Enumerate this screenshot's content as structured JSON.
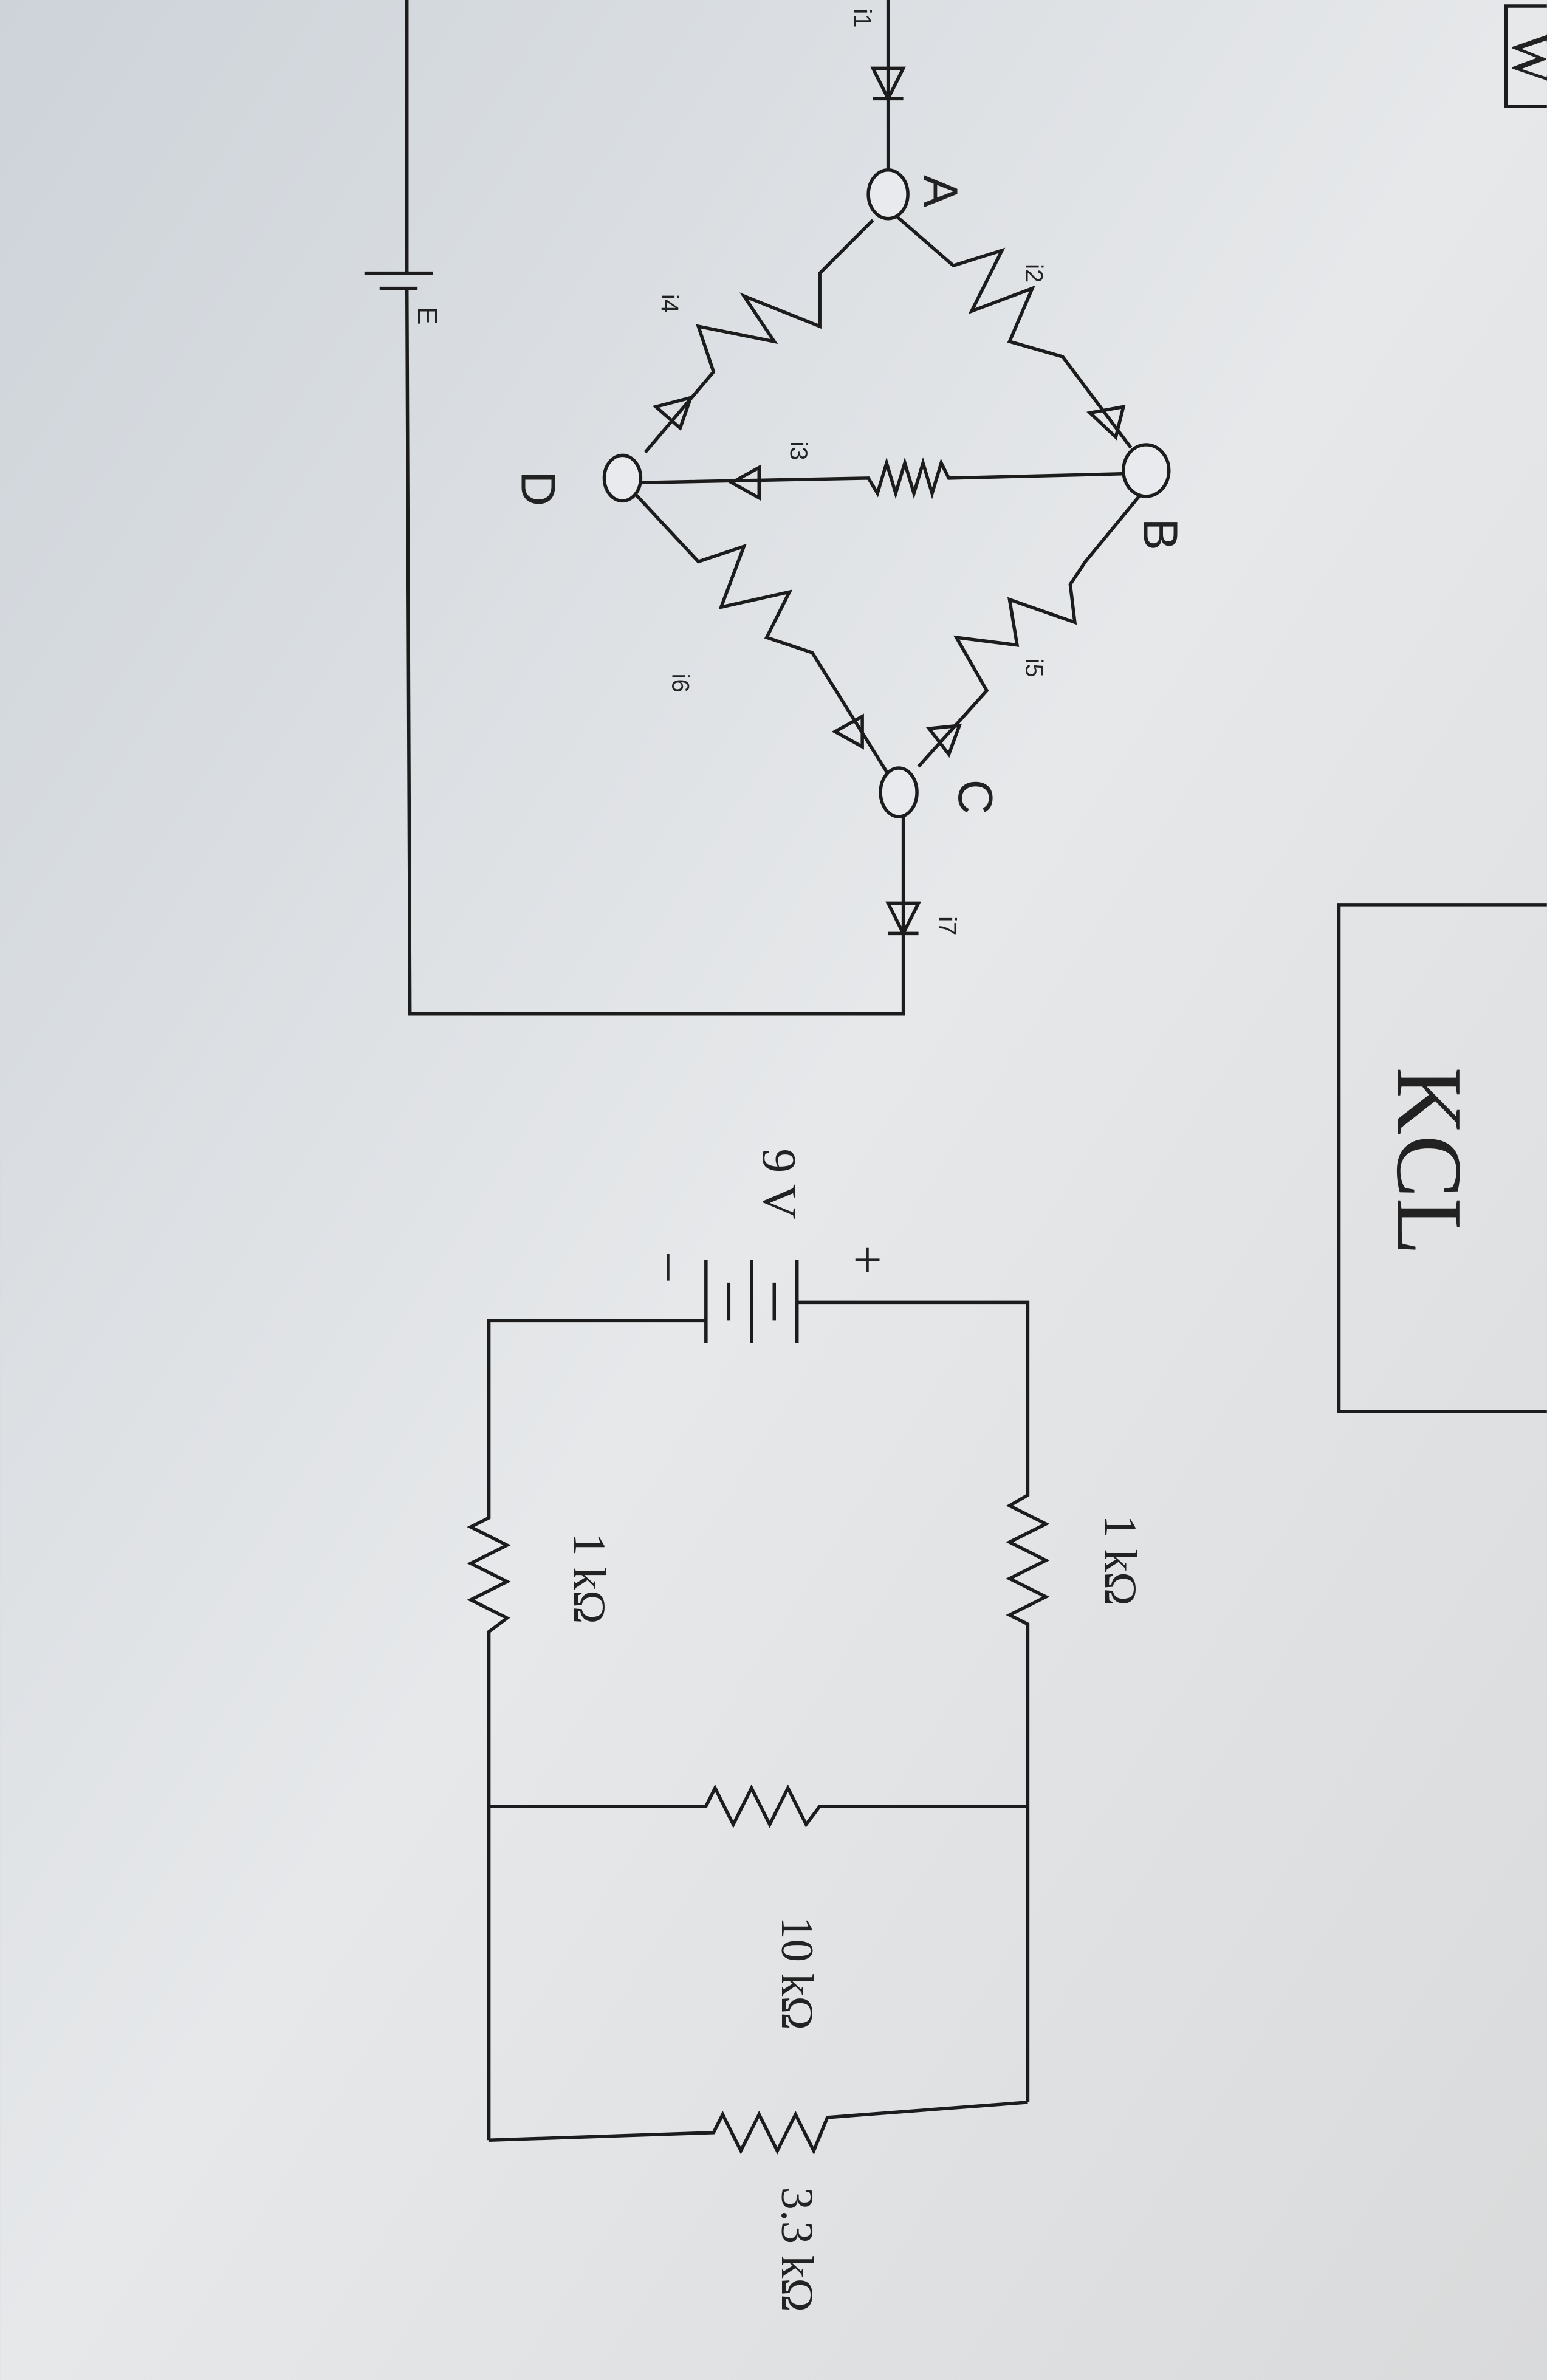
{
  "corner_box": {
    "text": "W"
  },
  "title_box": {
    "text": "KCL"
  },
  "bridge_circuit": {
    "nodes": [
      "A",
      "B",
      "C",
      "D"
    ],
    "currents": [
      "i1",
      "i2",
      "i3",
      "i4",
      "i5",
      "i6",
      "i7"
    ],
    "source": "E"
  },
  "series_parallel_circuit": {
    "source_voltage": "9 V",
    "plus": "+",
    "minus": "–",
    "resistors": [
      "1 kΩ",
      "1 kΩ",
      "10 kΩ",
      "3.3 kΩ"
    ]
  },
  "colors": {
    "paper": "#e3e6ea",
    "ink": "#1c1c1c"
  }
}
